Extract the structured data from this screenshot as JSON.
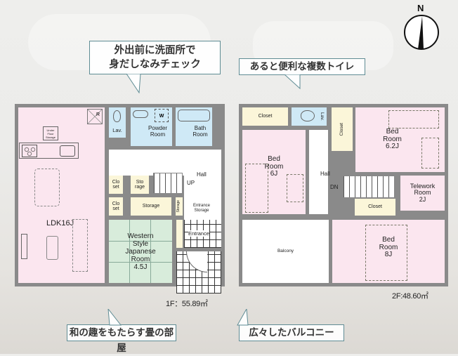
{
  "callouts": {
    "washroom": {
      "line1": "外出前に洗面所で",
      "line2": "身だしなみチェック"
    },
    "toilets": "あると便利な複数トイレ",
    "tatami": "和の趣をもたらす畳の部屋",
    "balcony": "広々したバルコニー"
  },
  "compass": {
    "label": "N",
    "icon": "north-arrow-icon"
  },
  "floor1": {
    "area_label": "1F：55.89㎡",
    "rooms": {
      "ldk": "LDK16J",
      "under_floor": "Under Floor Storage",
      "fridge": "R",
      "lav": "Lav.",
      "powder": {
        "line1": "Powder",
        "line2": "Room"
      },
      "washer": "W",
      "bath": {
        "line1": "Bath",
        "line2": "Room"
      },
      "hall": "Hall",
      "up": "UP",
      "closet1": {
        "line1": "Clo",
        "line2": "set"
      },
      "storage1": {
        "line1": "Sto",
        "line2": "rage"
      },
      "closet2": {
        "line1": "Clo",
        "line2": "set"
      },
      "storage2": "Storage",
      "storage3": "Storage",
      "entrance_storage": {
        "line1": "Entrance",
        "line2": "Storage"
      },
      "entrance": "Entrance",
      "western": {
        "line1": "Western",
        "line2": "Style",
        "line3": "Japanese",
        "line4": "Room",
        "line5": "4.5J"
      }
    }
  },
  "floor2": {
    "area_label": "2F:48.60㎡",
    "rooms": {
      "closet_a": "Closet",
      "lav": "Lav.",
      "closet_b": "Closet",
      "bed1": {
        "line1": "Bed",
        "line2": "Room",
        "line3": "6J"
      },
      "bed2": {
        "line1": "Bed",
        "line2": "Room",
        "line3": "6.2J"
      },
      "hall": "Hall",
      "dn": "DN",
      "telework": {
        "line1": "Telework",
        "line2": "Room",
        "line3": "2J"
      },
      "closet_c": "Closet",
      "balcony": "Balcony",
      "bed3": {
        "line1": "Bed",
        "line2": "Room",
        "line3": "8J"
      }
    }
  },
  "colors": {
    "pink": "#fbe6ef",
    "blue": "#cfe9f6",
    "cream": "#fbf6d9",
    "green": "#d8ecdb",
    "wall": "#8a8a8a",
    "callout_border": "#5f8c94"
  }
}
